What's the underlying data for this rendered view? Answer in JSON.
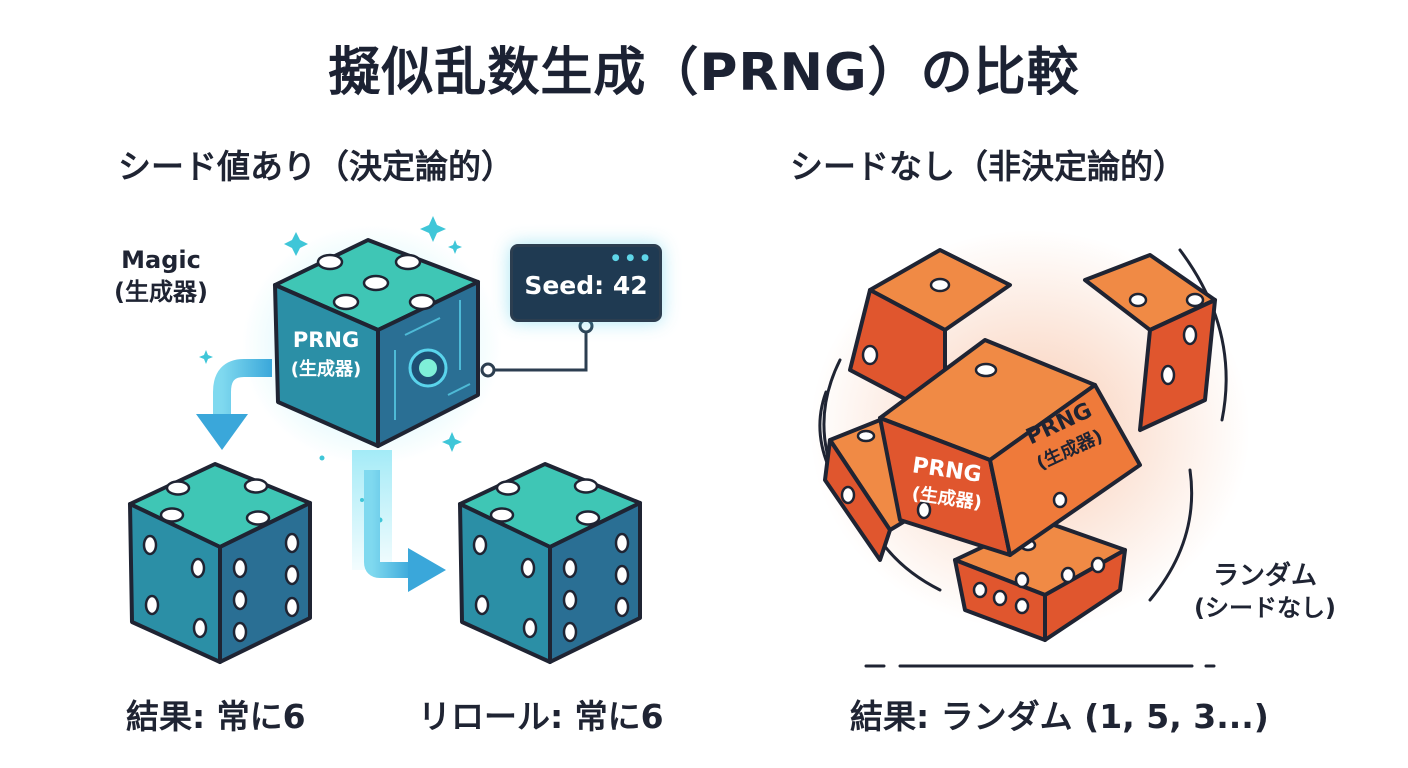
{
  "title": "擬似乱数生成（PRNG）の比較",
  "left": {
    "heading": "シード値あり（決定論的）",
    "magic_label_line1": "Magic",
    "magic_label_line2": "(生成器)",
    "seed_label": "Seed: 42",
    "prng_text_line1": "PRNG",
    "prng_text_line2": "(生成器)",
    "result_label": "結果: 常に6",
    "reroll_label": "リロール: 常に6"
  },
  "right": {
    "heading": "シードなし（非決定論的）",
    "prng_text_line1": "PRNG",
    "prng_text_line2": "(生成器)",
    "random_label_line1": "ランダム",
    "random_label_line2": "(シードなし)",
    "result_label": "結果: ランダム (1, 5, 3...)"
  },
  "colors": {
    "teal_top": "#3fc6b5",
    "teal_front": "#2b8fa6",
    "teal_side": "#2a6f94",
    "orange_light": "#f08a45",
    "orange_dark": "#e0562e",
    "outline": "#1f2433",
    "glow": "#5ad4ec"
  }
}
